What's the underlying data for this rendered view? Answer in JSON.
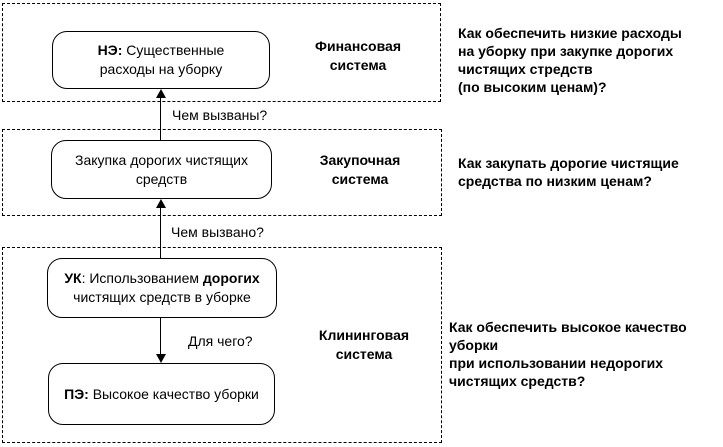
{
  "sections": [
    {
      "label": "Финансовая\nсистема"
    },
    {
      "label": "Закупочная\nсистема"
    },
    {
      "label": "Клининговая\nсистема"
    }
  ],
  "nodes": {
    "ne": {
      "bold": "НЭ:",
      "line1_rest": " Существенные",
      "line2": "расходы на уборку"
    },
    "purchase": {
      "text": "Закупка дорогих чистящих средств"
    },
    "uk": {
      "bold1": "УК",
      "mid": ": Использованием ",
      "bold2": "дорогих",
      "line2": "чистящих средств в уборке"
    },
    "pe": {
      "bold": "ПЭ:",
      "rest": " Высокое качество уборки"
    }
  },
  "arrows": [
    {
      "label": "Чем вызваны?"
    },
    {
      "label": "Чем вызвано?"
    },
    {
      "label": "Для чего?"
    }
  ],
  "questions": [
    "Как обеспечить низкие расходы\nна уборку при закупке дорогих\nчистящих стредств\n(по высоким ценам)?",
    "Как закупать дорогие чистящие\nсредства по низким ценам?",
    "Как обеспечить высокое качество уборки\nпри использовании недорогих\nчистящих средств?"
  ]
}
